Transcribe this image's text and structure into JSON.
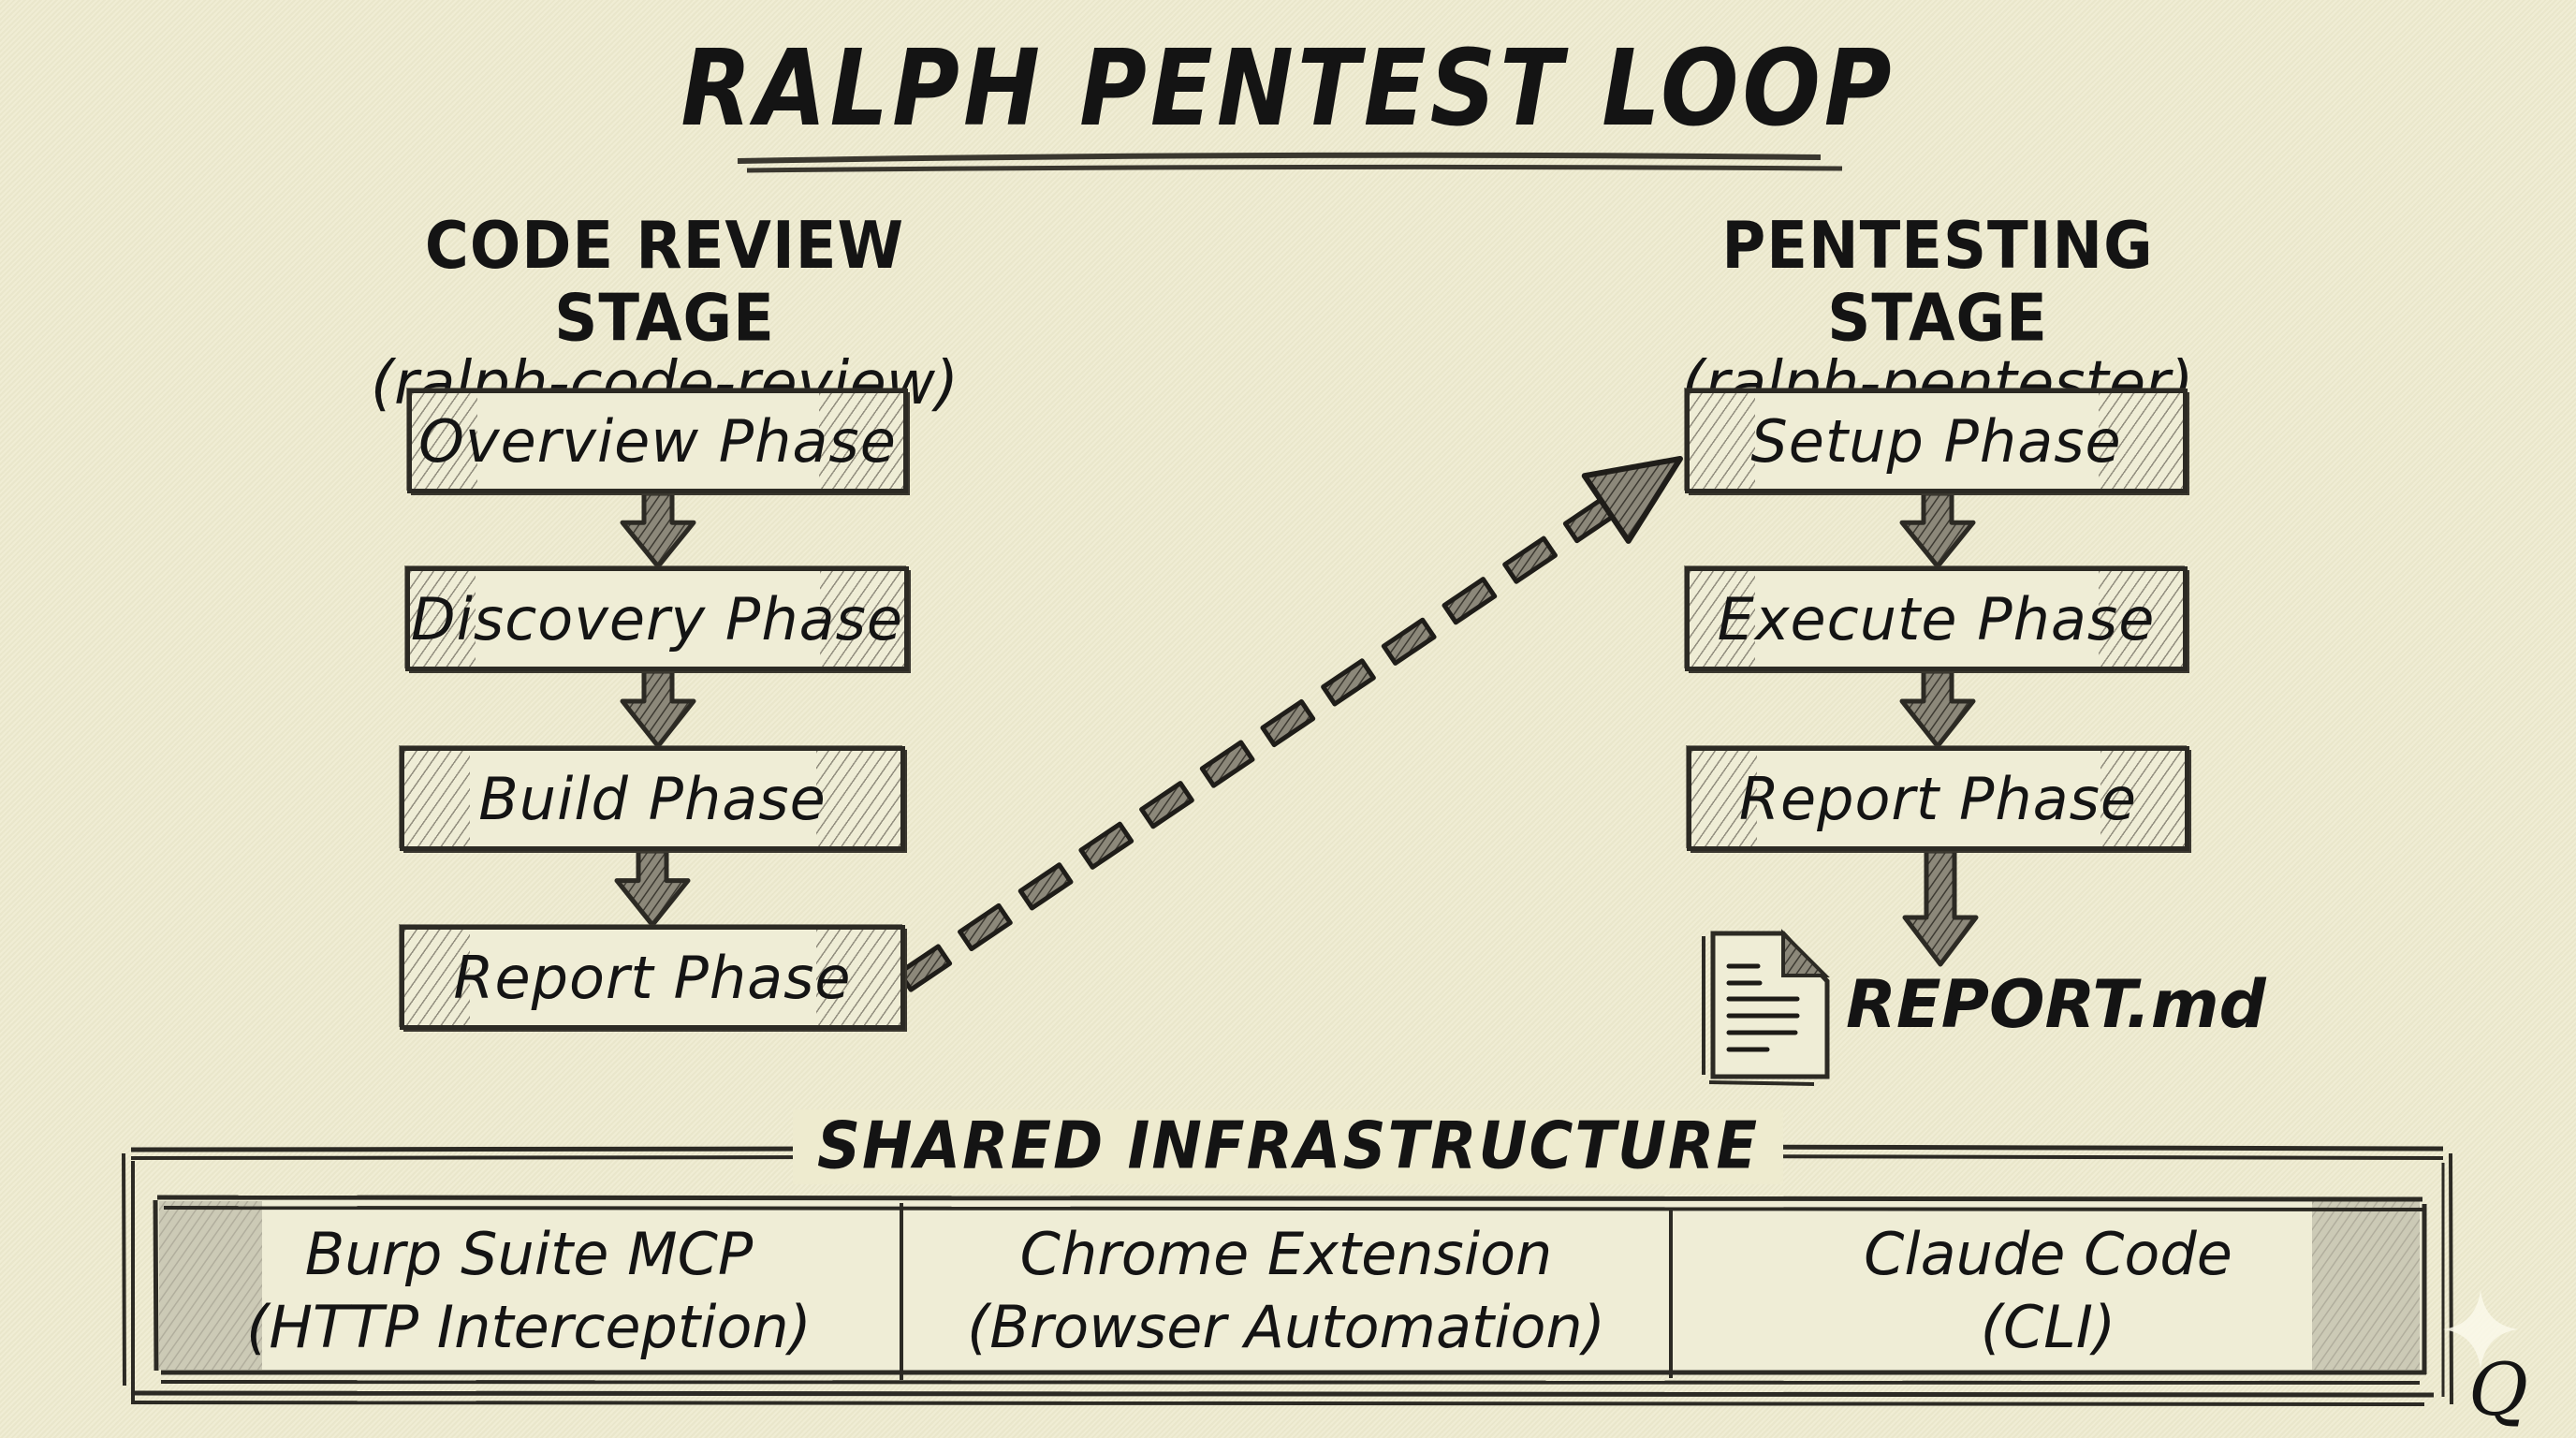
{
  "title": "RALPH PENTEST LOOP",
  "stages": [
    {
      "name": "CODE REVIEW STAGE",
      "skill": "(ralph-code-review)",
      "phases": [
        "Overview Phase",
        "Discovery Phase",
        "Build Phase",
        "Report Phase"
      ]
    },
    {
      "name": "PENTESTING STAGE",
      "skill": "(ralph-pentester)",
      "phases": [
        "Setup Phase",
        "Execute Phase",
        "Report Phase"
      ]
    }
  ],
  "output": {
    "label": "REPORT.md",
    "icon": "document-icon"
  },
  "handoff": {
    "from": "Report Phase",
    "to": "Setup Phase",
    "style": "dashed-arrow"
  },
  "infrastructure": {
    "title": "SHARED INFRASTRUCTURE",
    "items": [
      {
        "name": "Burp Suite MCP",
        "desc": "(HTTP Interception)"
      },
      {
        "name": "Chrome Extension",
        "desc": "(Browser Automation)"
      },
      {
        "name": "Claude Code",
        "desc": "(CLI)"
      }
    ]
  },
  "watermark": {
    "letter": "Q",
    "icon": "sparkle-icon"
  },
  "colors": {
    "background": "#eeebcf",
    "ink": "#141414",
    "box_fill": "#efedd6",
    "hatch": "#6b665a"
  }
}
